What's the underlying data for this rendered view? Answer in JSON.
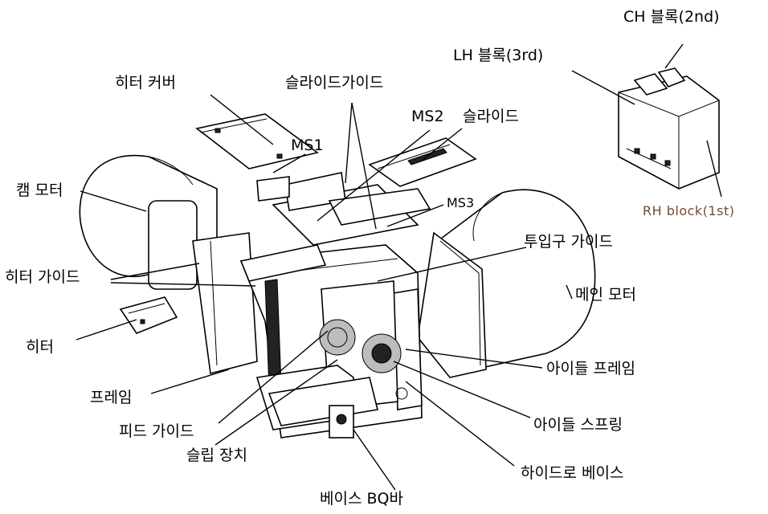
{
  "labels": {
    "ch_block": "CH 블록(2nd)",
    "lh_block": "LH 블록(3rd)",
    "rh_block": "RH block(1st)",
    "heater_cover": "히터 커버",
    "slide_guide": "슬라이드가이드",
    "ms2": "MS2",
    "slide": "슬라이드",
    "ms1": "MS1",
    "cam_motor": "캠 모터",
    "ms3": "MS3",
    "inlet_guide": "투입구 가이드",
    "heater_guide": "히터 가이드",
    "main_motor": "메인 모터",
    "heater": "히터",
    "idle_frame": "아이들 프레임",
    "frame": "프레임",
    "idle_spring": "아이들 스프링",
    "feed_guide": "피드 가이드",
    "slip_device": "슬립 장치",
    "hydro_base": "하이드로 베이스",
    "base_bq_bar": "베이스 BQ바"
  },
  "colors": {
    "line": "#000000",
    "rh_block_text": "#7a4a28",
    "background": "#ffffff"
  }
}
